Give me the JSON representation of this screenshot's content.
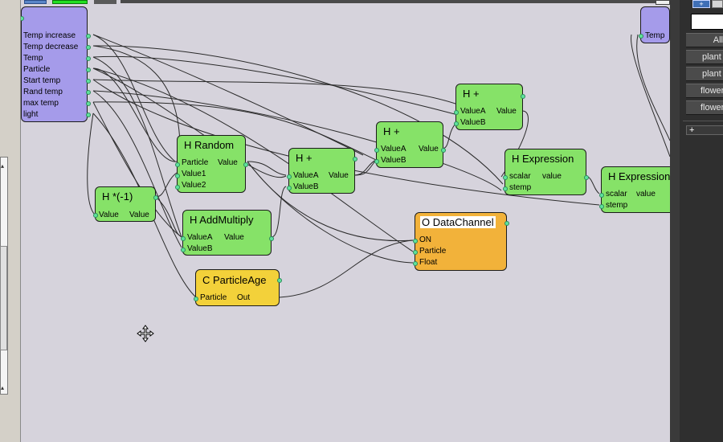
{
  "right_panel": {
    "filter_all": "All",
    "items": [
      "plant",
      "plant",
      "flower",
      "flower"
    ],
    "add_label": "+"
  },
  "nodes": {
    "input_list": {
      "ports": [
        "Temp increase",
        "Temp decrease",
        "Temp",
        "Particle",
        "Start temp",
        "Rand temp",
        "max temp",
        "light"
      ]
    },
    "temp_out": {
      "port": "Temp"
    },
    "h_random": {
      "title": "H Random",
      "in": [
        "Particle",
        "Value1",
        "Value2"
      ],
      "out": "Value"
    },
    "h_neg": {
      "title": "H *(-1)",
      "in": "Value",
      "out": "Value"
    },
    "h_addmultiply": {
      "title": "H AddMultiply",
      "in": [
        "ValueA",
        "ValueB"
      ],
      "out": "Value"
    },
    "c_particleage": {
      "title": "C ParticleAge",
      "in": "Particle",
      "out": "Out"
    },
    "h_plus_1": {
      "title": "H +",
      "in": [
        "ValueA",
        "ValueB"
      ],
      "out": "Value"
    },
    "h_plus_2": {
      "title": "H +",
      "in": [
        "ValueA",
        "ValueB"
      ],
      "out": "Value"
    },
    "h_plus_3": {
      "title": "H +",
      "in": [
        "ValueA",
        "ValueB"
      ],
      "out": "Value"
    },
    "h_expression_1": {
      "title": "H Expression",
      "in": [
        "scalar",
        "stemp"
      ],
      "out": "value"
    },
    "h_expression_2": {
      "title": "H Expression",
      "in": [
        "scalar",
        "stemp"
      ],
      "out": "value"
    },
    "o_datachannel": {
      "title": "O DataChannel",
      "in": [
        "ON",
        "Particle",
        "Float"
      ]
    }
  },
  "colors": {
    "canvas": "#d6d3dc",
    "node_green": "#86e268",
    "node_purple": "#a59bea",
    "node_orange": "#f2b23a",
    "node_yellow": "#f3d13a",
    "port_dot": "#5fe39c"
  },
  "icons": {
    "cursor": "move-cursor-icon"
  }
}
